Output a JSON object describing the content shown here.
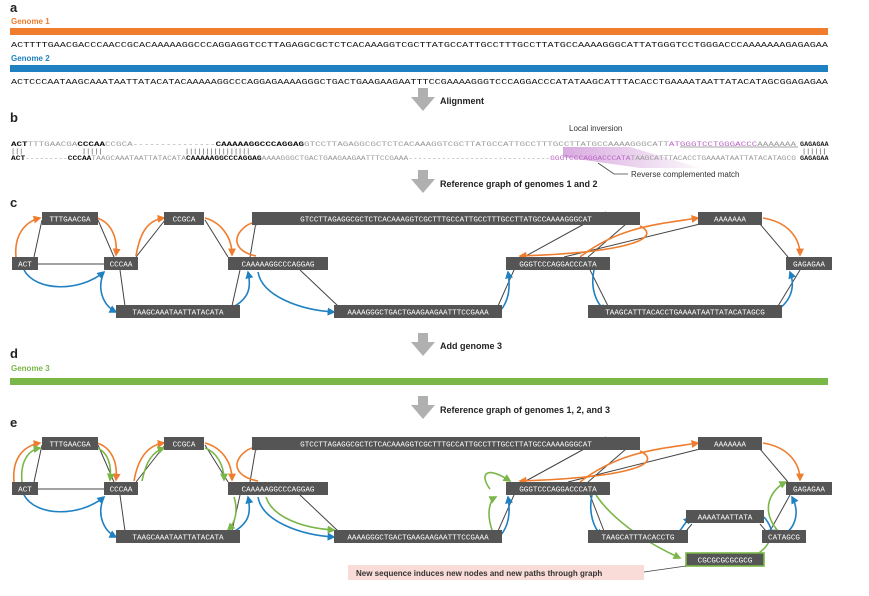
{
  "colors": {
    "genome1": "#ef7d2d",
    "genome2": "#1f81c2",
    "genome3": "#7ab648",
    "inversion": "#b966c4",
    "node": "#555555",
    "arrow_gray": "#b0b0b0",
    "note_bg": "#f9dcd8"
  },
  "panels": {
    "a": "a",
    "b": "b",
    "c": "c",
    "d": "d",
    "e": "e"
  },
  "genomes": {
    "g1_label": "Genome 1",
    "g1_seq": "ACTTTTGAACGACCCAACCGCACAAAAAGGCCCAGGAGGTCCTTAGAGGCGCTCTCACAAAGGTCGCTTATGCCATTGCCTTTGCCTTATGCCAAAAGGGCATTATGGGTCCTGGGACCCAAAAAAAGAGAGAA",
    "g2_label": "Genome 2",
    "g2_seq": "ACTCCCAATAAGCAAATAATTATACATACAAAAAGGCCCAGGAGAAAAGGGCTGACTGAAGAAGAATTTCCGAAAAGGGTCCCAGGACCCATATAAGCATTTACACCTGAAAATAATTATACATAGCGGAGAGAA",
    "g3_label": "Genome 3"
  },
  "steps": {
    "alignment": "Alignment",
    "ref12": "Reference  graph  of genomes 1 and 2",
    "add3": "Add genome 3",
    "ref123": "Reference graph of genomes 1, 2, and 3"
  },
  "alignment": {
    "local_inversion": "Local inversion",
    "reverse_match": "Reverse complemented match",
    "r1": [
      {
        "t": "ACT",
        "w": "bold",
        "c": "text"
      },
      {
        "t": "TTTGAACGA",
        "w": "normal",
        "c": "gray"
      },
      {
        "t": "CCCAA",
        "w": "bold",
        "c": "text"
      },
      {
        "t": "CCGCA",
        "w": "normal",
        "c": "gray"
      },
      {
        "t": "---------------",
        "w": "normal",
        "c": "gray"
      },
      {
        "t": "CAAAAAGGCCCAGGAG",
        "w": "bold",
        "c": "text"
      },
      {
        "t": "GTCCTTAGAGGCGCTCTCACAAAGGTCGCTTATGCCATTGCCTTTGCCTTATGCCAAAAGGGCATT",
        "w": "normal",
        "c": "gray"
      },
      {
        "t": "ATGGGTCCTGGGACCC",
        "w": "normal",
        "c": "purple"
      },
      {
        "t": "AAAAAAA",
        "w": "normal",
        "c": "gray"
      }
    ],
    "r1_end": "GAGAGAA",
    "r2": [
      {
        "t": "ACT",
        "w": "bold",
        "c": "text"
      },
      {
        "t": "---------",
        "w": "normal",
        "c": "gray"
      },
      {
        "t": "CCCAA",
        "w": "bold",
        "c": "text"
      },
      {
        "t": "TAAGCAAATAATTATACATA",
        "w": "normal",
        "c": "gray"
      },
      {
        "t": "CAAAAAGGCCCAGGAG",
        "w": "bold",
        "c": "text"
      },
      {
        "t": "AAAAGGGCTGACTGAAGAAGAATTTCCGAAA",
        "w": "normal",
        "c": "gray"
      },
      {
        "t": "------------------------------",
        "w": "normal",
        "c": "gray"
      },
      {
        "t": "GGGTCCCAGGACCCATA",
        "w": "normal",
        "c": "purple"
      },
      {
        "t": "TAAGCATTTACACCTGAAAATAATTATACATAGCG",
        "w": "normal",
        "c": "gray"
      }
    ],
    "r2_end": "GAGAGAA",
    "bars1": "|||",
    "bars2": "|||||",
    "bars3": "||||||||||||||||",
    "bars4": "||||||"
  },
  "graph_c": {
    "n_act": "ACT",
    "n_tttg": "TTTGAACGA",
    "n_cccaa": "CCCAA",
    "n_ccgca": "CCGCA",
    "n_taagc": "TAAGCAAATAATTATACATA",
    "n_caaaa": "CAAAAAGGCCCAGGAG",
    "n_gtcc": "GTCCTTAGAGGCGCTCTCACAAAGGTCGCTTTGCCATTGCCTTTGCCTTATGCCAAAAGGGCAT",
    "n_aaaag": "AAAAGGGCTGACTGAAGAAGAATTTCCGAAA",
    "n_gggt": "GGGTCCCAGGACCCATA",
    "n_aaaaaaa": "AAAAAAA",
    "n_taagcatt": "TAAGCATTTACACCTGAAAATAATTATACATAGCG",
    "n_gagagaa": "GAGAGAA"
  },
  "graph_e": {
    "n_act": "ACT",
    "n_tttg": "TTTGAACGA",
    "n_cccaa": "CCCAA",
    "n_ccgca": "CCGCA",
    "n_taagc": "TAAGCAAATAATTATACATA",
    "n_caaaa": "CAAAAAGGCCCAGGAG",
    "n_gtcc": "GTCCTTAGAGGCGCTCTCACAAAGGTCGCTTTGCCATTGCCTTTGCCTTATGCCAAAAGGGCAT",
    "n_aaaag": "AAAAGGGCTGACTGAAGAAGAATTTCCGAAA",
    "n_gggt": "GGGTCCCAGGACCCATA",
    "n_aaaaaaa": "AAAAAAA",
    "n_taagcatt": "TAAGCATTTACACCTG",
    "n_aaaat": "AAAATAATTATA",
    "n_catagcg": "CATAGCG",
    "n_cgcg": "CGCGCGCGCGCG",
    "n_gagagaa": "GAGAGAA"
  },
  "footnote": "New sequence induces new nodes and new paths through graph"
}
